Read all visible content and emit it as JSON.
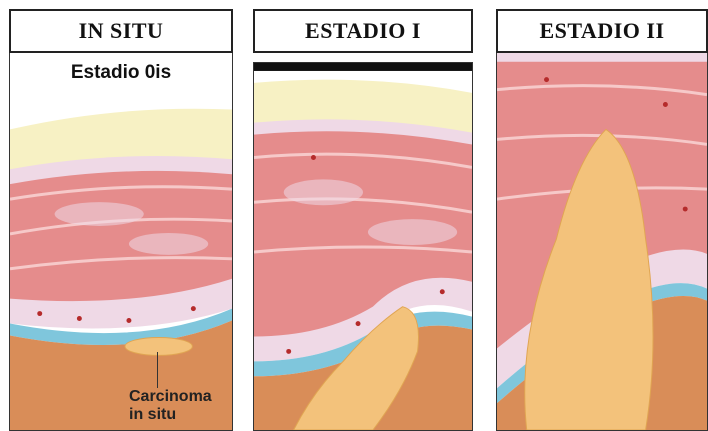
{
  "panels": [
    {
      "title": "IN SITU",
      "stage_label": "Estadio 0is",
      "callout": [
        "Carcinoma",
        "in situ"
      ]
    },
    {
      "title": "ESTADIO I"
    },
    {
      "title": "ESTADIO II"
    }
  ],
  "colors": {
    "muscle": "#e58c8c",
    "muscle_dark": "#c76b6b",
    "lamina": "#efd9e6",
    "fat": "#f7f1c4",
    "serosa": "#7fc6dc",
    "tissue_below": "#d98d58",
    "tumor": "#f3c27b",
    "vessel": "#b52b2b"
  }
}
